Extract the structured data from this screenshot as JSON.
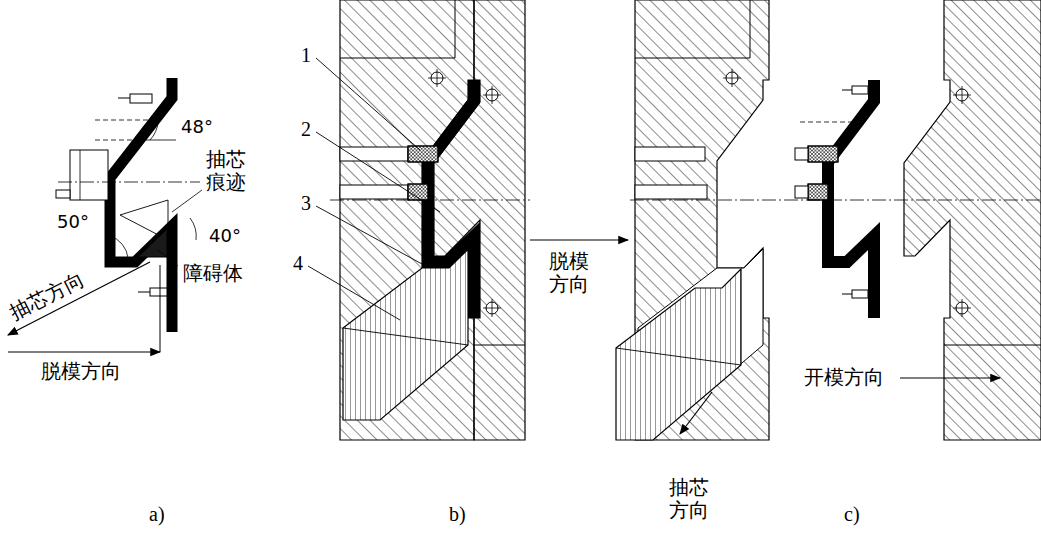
{
  "diagram": {
    "labels": [
      "48°",
      "抽芯 痕迹",
      "50°",
      "40°",
      "障碍体",
      "抽芯方向",
      "脱模方向",
      "1",
      "2",
      "3",
      "4",
      "脱模 方向",
      "抽芯 方向",
      "开模方向",
      "a)",
      "b)",
      "c)"
    ]
  }
}
